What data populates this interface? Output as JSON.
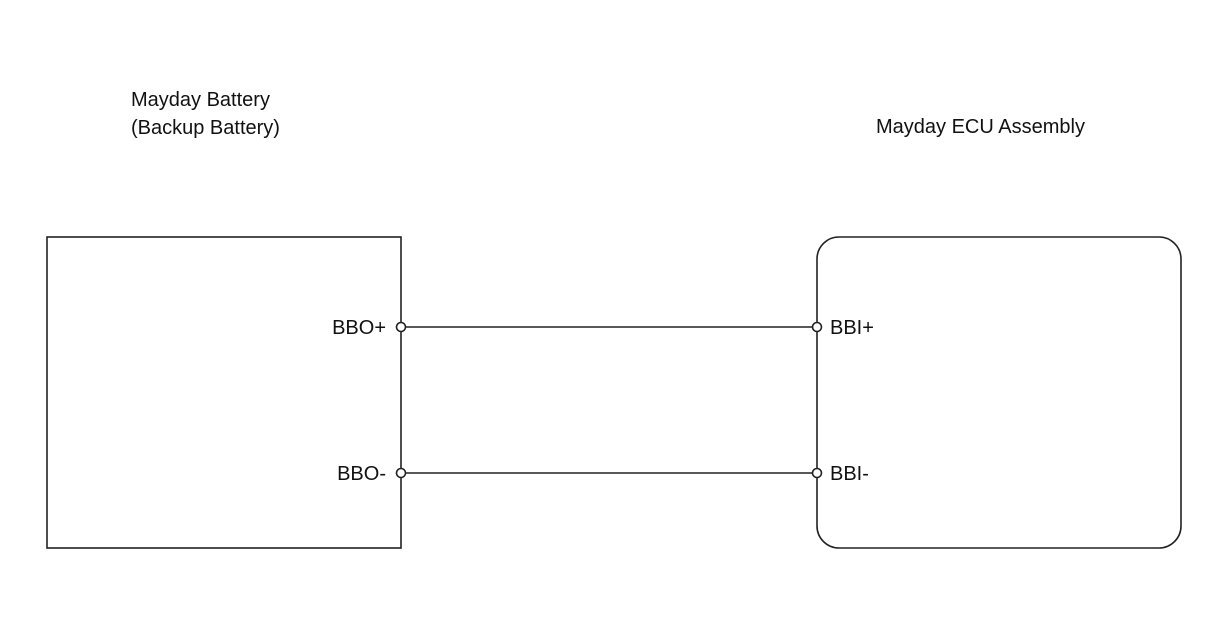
{
  "battery": {
    "title_line1": "Mayday Battery",
    "title_line2": "(Backup Battery)",
    "pins": {
      "positive": "BBO+",
      "negative": "BBO-"
    }
  },
  "ecu": {
    "title": "Mayday ECU Assembly",
    "pins": {
      "positive": "BBI+",
      "negative": "BBI-"
    }
  },
  "colors": {
    "line": "#222222",
    "text": "#111111",
    "background": "#ffffff"
  }
}
